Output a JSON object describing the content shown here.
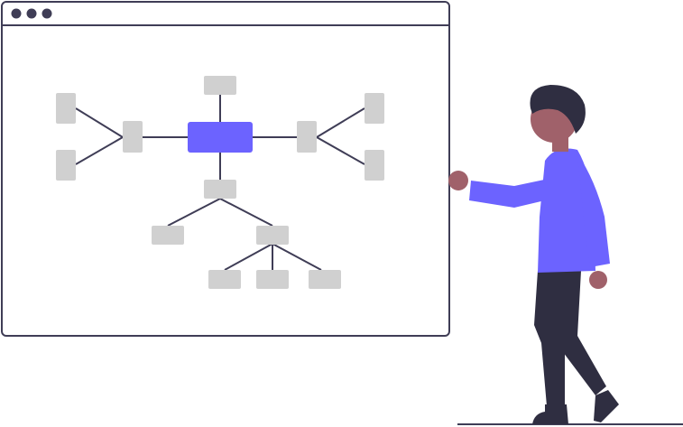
{
  "illustration": {
    "subject": "person-presenting-flowchart",
    "window": {
      "dots": [
        "window-dot-1",
        "window-dot-2",
        "window-dot-3"
      ],
      "frame_color": "#3f3d56",
      "background_color": "#ffffff"
    },
    "flowchart": {
      "center_node_color": "#6c63ff",
      "node_color": "#d0d0d0",
      "connector_color": "#3f3d56"
    },
    "person": {
      "shirt_color": "#6c63ff",
      "skin_color": "#a0616a",
      "hair_color": "#2f2e41",
      "pants_color": "#2f2e41",
      "shoe_color": "#2f2e41"
    },
    "ground_color": "#3f3d56"
  }
}
